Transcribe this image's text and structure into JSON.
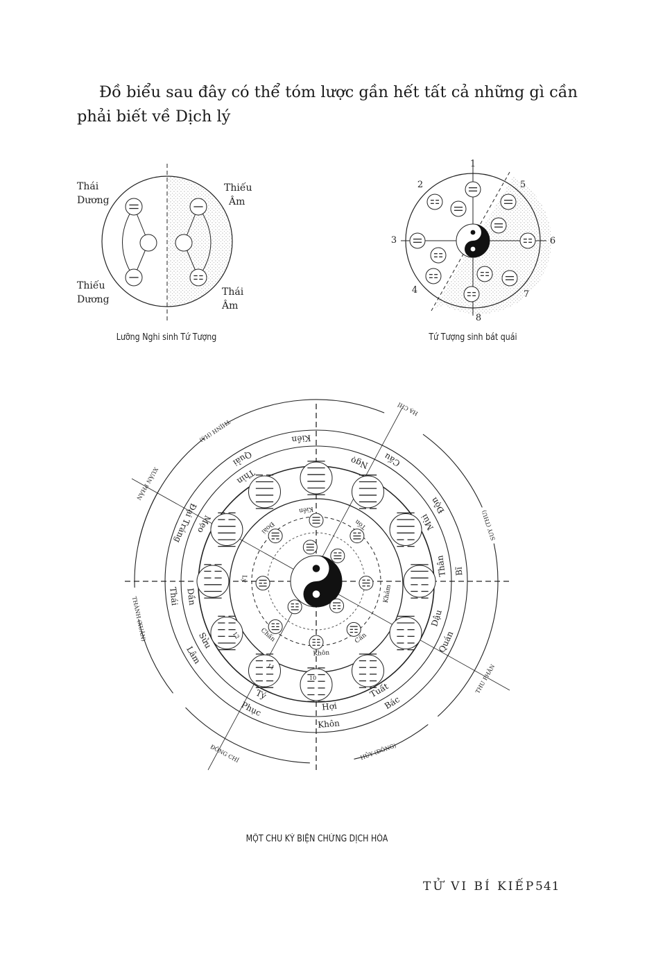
{
  "paragraph": {
    "line1": "Đồ biểu sau đây có thể tóm lược gần hết tất cả những gì cần",
    "line2": "phải biết về Dịch lý"
  },
  "figure1": {
    "caption": "Lưỡng Nghi sinh Tứ Tượng",
    "labels": {
      "thai_duong": [
        "Thái",
        "Dương"
      ],
      "thieu_am": [
        "Thiếu",
        "Âm"
      ],
      "thieu_duong": [
        "Thiếu",
        "Dương"
      ],
      "thai_am": [
        "Thái",
        "Âm"
      ]
    }
  },
  "figure2": {
    "caption": "Tứ Tượng sinh bát quái",
    "numbers": [
      "1",
      "2",
      "3",
      "4",
      "5",
      "6",
      "7",
      "8"
    ]
  },
  "figure3": {
    "caption": "MỘT CHU KỲ BIỆN CHỨNG DỊCH HÓA",
    "hexagrams": [
      "111111",
      "111110",
      "111100",
      "111000",
      "110000",
      "100000",
      "000000",
      "000001",
      "000011",
      "000111",
      "001111",
      "011111"
    ],
    "hexagram_names": [
      {
        "t": "Kiền",
        "a": -6
      },
      {
        "t": "Cấu",
        "a": 32
      },
      {
        "t": "Độn",
        "a": 58
      },
      {
        "t": "Bĩ",
        "a": 86
      },
      {
        "t": "Quán",
        "a": 115
      },
      {
        "t": "Bác",
        "a": 148
      },
      {
        "t": "Khôn",
        "a": 175
      },
      {
        "t": "Phục",
        "a": 207
      },
      {
        "t": "Lâm",
        "a": 239
      },
      {
        "t": "Thái",
        "a": 264
      },
      {
        "t": "Đại Tráng",
        "a": 294
      },
      {
        "t": "Quải",
        "a": 329
      }
    ],
    "branches": [
      {
        "t": "Ngọ",
        "a": 20
      },
      {
        "t": "Mùi",
        "a": 62
      },
      {
        "t": "Thân",
        "a": 83
      },
      {
        "t": "Dậu",
        "a": 107
      },
      {
        "t": "Tuất",
        "a": 150
      },
      {
        "t": "Hợi",
        "a": 174
      },
      {
        "t": "Tý",
        "a": 206
      },
      {
        "t": "Sửu",
        "a": 242
      },
      {
        "t": "Dần",
        "a": 263
      },
      {
        "t": "Mẹo",
        "a": 297
      },
      {
        "t": "Thìn",
        "a": 326
      }
    ],
    "seasons": [
      {
        "t": "THỊNH (HẠ)",
        "a": 326
      },
      {
        "t": "SUY (THU)",
        "a": 72
      },
      {
        "t": "HỦY (ĐÔNG)",
        "a": 160
      },
      {
        "t": "THÀNH (XUÂN)",
        "a": 258
      }
    ],
    "axis_labels": [
      {
        "t": "HẠ CHÍ",
        "a": 28
      },
      {
        "t": "THU PHÂN",
        "a": 120
      },
      {
        "t": "ĐÔNG CHÍ",
        "a": 208
      },
      {
        "t": "XUÂN PHÂN",
        "a": 300
      }
    ],
    "trigrams": [
      {
        "t": "Kiền",
        "a": -8
      },
      {
        "t": "Tốn",
        "a": 38
      },
      {
        "t": "Khảm",
        "a": 100
      },
      {
        "t": "Cấn",
        "a": 142
      },
      {
        "t": "Khôn",
        "a": 176
      },
      {
        "t": "Chấn",
        "a": 222
      },
      {
        "t": "Ly",
        "a": 272
      },
      {
        "t": "Đoài",
        "a": 318
      }
    ],
    "numbers": [
      {
        "t": "10",
        "a": 182
      },
      {
        "t": "11",
        "a": 208
      },
      {
        "t": "12",
        "a": 236
      }
    ]
  },
  "footer": {
    "book_title": "TỬ VI BÍ KIẾP",
    "page_number": "541"
  }
}
